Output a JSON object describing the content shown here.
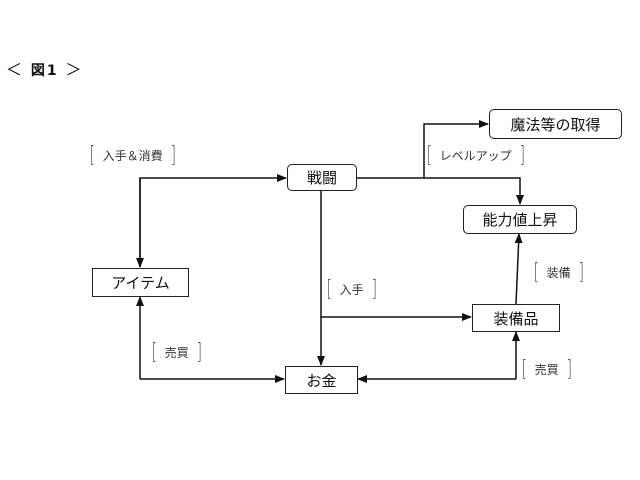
{
  "figure": {
    "title_prefix": "＜",
    "title": "図1",
    "title_suffix": "＞"
  },
  "nodes": {
    "battle": "戦闘",
    "magic": "魔法等の取得",
    "stats": "能力値上昇",
    "item": "アイテム",
    "equipment": "装備品",
    "money": "お金"
  },
  "edge_labels": {
    "acquire_consume": "入手＆消費",
    "level_up": "レベルアップ",
    "acquire": "入手",
    "equip": "装備",
    "trade_item": "売買",
    "trade_equipment": "売買"
  },
  "brackets": {
    "open": "[",
    "close": "]"
  }
}
